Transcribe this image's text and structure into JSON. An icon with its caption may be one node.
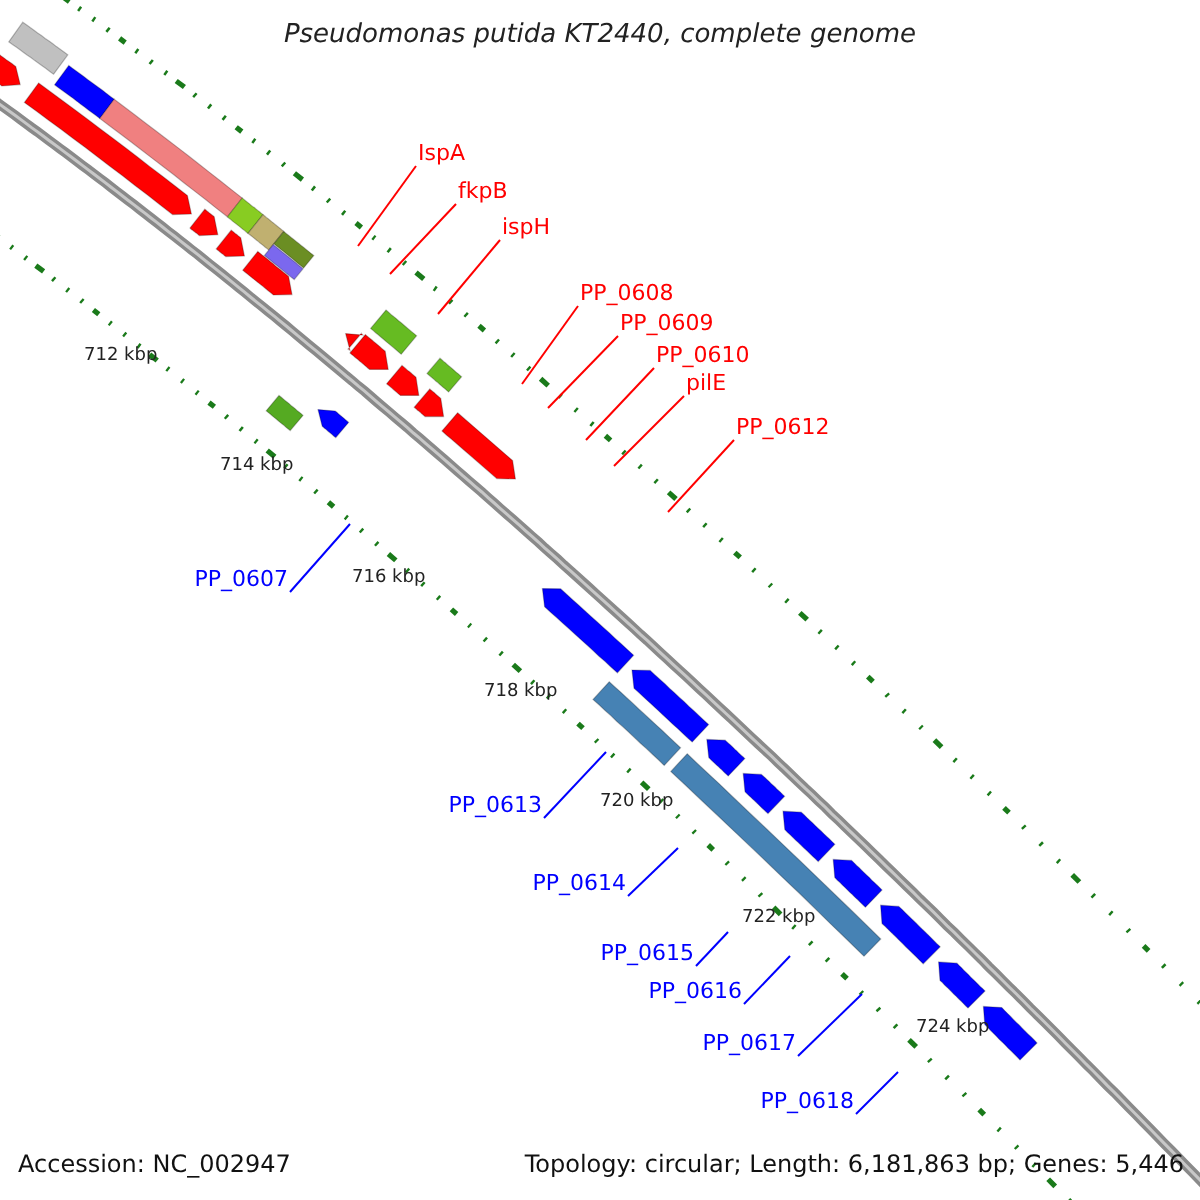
{
  "diagram": {
    "title": "Pseudomonas putida KT2440, complete genome",
    "nodes": [
      {
        "text": [
          "IspA"
        ]
      },
      {
        "text": [
          "fkpB"
        ]
      },
      {
        "text": [
          "ispH"
        ]
      },
      {
        "text": [
          "PP_0608"
        ]
      },
      {
        "text": [
          "PP_0609"
        ]
      },
      {
        "text": [
          "PP_0610"
        ]
      },
      {
        "text": [
          "pilE"
        ]
      },
      {
        "text": [
          "PP_0612"
        ]
      },
      {
        "text": [
          "PP_0607"
        ]
      },
      {
        "text": [
          "PP_0613"
        ]
      },
      {
        "text": [
          "PP_0614"
        ]
      },
      {
        "text": [
          "PP_0615"
        ]
      },
      {
        "text": [
          "PP_0616"
        ]
      },
      {
        "text": [
          "PP_0617"
        ]
      },
      {
        "text": [
          "PP_0618"
        ]
      }
    ],
    "edges": [
      {
        "from": 0,
        "to": null,
        "arrow": "none"
      },
      {
        "from": 1,
        "to": null,
        "arrow": "none"
      },
      {
        "from": 2,
        "to": null,
        "arrow": "none"
      },
      {
        "from": 3,
        "to": null,
        "arrow": "none"
      },
      {
        "from": 4,
        "to": null,
        "arrow": "none"
      },
      {
        "from": 5,
        "to": null,
        "arrow": "none"
      },
      {
        "from": 6,
        "to": null,
        "arrow": "none"
      },
      {
        "from": 7,
        "to": null,
        "arrow": "none"
      },
      {
        "from": 8,
        "to": null,
        "arrow": "none",
        "color": "#0000ff"
      },
      {
        "from": 9,
        "to": null,
        "arrow": "none",
        "color": "#0000ff"
      },
      {
        "from": 10,
        "to": null,
        "arrow": "none",
        "color": "#0000ff"
      },
      {
        "from": 11,
        "to": null,
        "arrow": "none",
        "color": "#0000ff"
      },
      {
        "from": 12,
        "to": null,
        "arrow": "none",
        "color": "#0000ff"
      },
      {
        "from": 13,
        "to": null,
        "arrow": "none",
        "color": "#0000ff"
      },
      {
        "from": 14,
        "to": null,
        "arrow": "none",
        "color": "#0000ff"
      }
    ],
    "labels": [
      "712 kbp",
      "714 kbp",
      "716 kbp",
      "718 kbp",
      "720 kbp",
      "722 kbp",
      "724 kbp",
      "Accession: NC_002947",
      "Topology: circular; Length: 6,181,863 bp; Genes: 5,446"
    ]
  }
}
